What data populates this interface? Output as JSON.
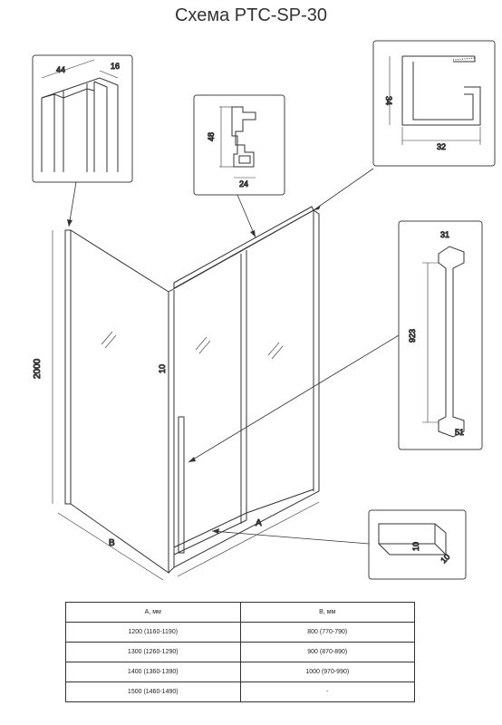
{
  "title": "Схема PTC-SP-30",
  "details": {
    "profile_top_left": {
      "width": "44",
      "depth": "16"
    },
    "profile_center": {
      "height": "48",
      "width": "24"
    },
    "profile_right": {
      "height": "34",
      "width": "32"
    },
    "handle": {
      "length": "923",
      "top": "31",
      "bottom": "51"
    },
    "bottom_guide": {
      "a": "10",
      "b": "10"
    }
  },
  "main": {
    "height_label": "2000",
    "glass_label": "10",
    "width_a_label": "A",
    "width_b_label": "B"
  },
  "table": {
    "headers": [
      "A, мм",
      "B, мм"
    ],
    "rows": [
      [
        "1200 (1160-1190)",
        "800 (770-790)"
      ],
      [
        "1300 (1260-1290)",
        "900 (870-890)"
      ],
      [
        "1400 (1360-1390)",
        "1000 (970-990)"
      ],
      [
        "1500 (1460-1490)",
        "-"
      ]
    ]
  }
}
